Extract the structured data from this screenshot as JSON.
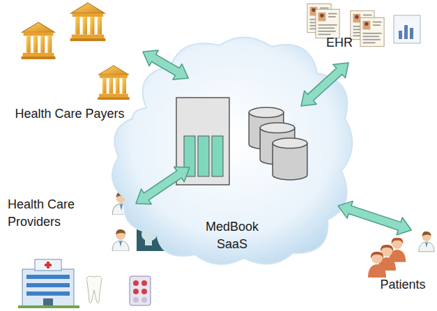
{
  "diagram": {
    "nodes": [
      {
        "text": [
          "Health Care Payers"
        ]
      },
      {
        "text": [
          "EHR"
        ]
      },
      {
        "text": [
          "MedBook SaaS"
        ]
      },
      {
        "text": [
          "Health Care Providers"
        ]
      },
      {
        "text": [
          "Patients"
        ]
      }
    ],
    "edges": [
      {
        "from": 0,
        "to": 2,
        "arrow": "both"
      },
      {
        "from": 1,
        "to": 2,
        "arrow": "both"
      },
      {
        "from": 3,
        "to": 2,
        "arrow": "both"
      },
      {
        "from": 4,
        "to": 2,
        "arrow": "both"
      }
    ]
  }
}
